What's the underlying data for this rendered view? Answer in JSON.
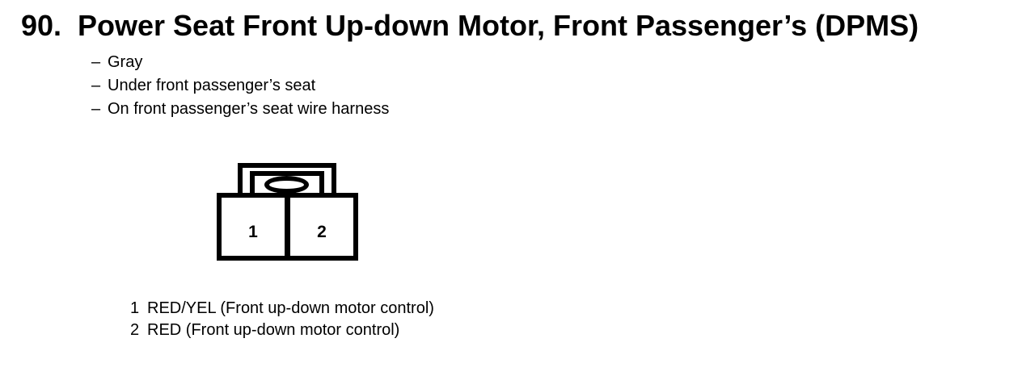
{
  "page": {
    "paper_color": "#ffffff",
    "ink_color": "#000000"
  },
  "header": {
    "item_number": "90.",
    "title": "Power Seat Front Up-down Motor, Front Passenger’s (DPMS)"
  },
  "details": {
    "bullet_char": "–",
    "items": [
      "Gray",
      "Under front passenger’s seat",
      "On front passenger’s seat wire harness"
    ]
  },
  "connector": {
    "cavity_labels": [
      "1",
      "2"
    ]
  },
  "pinout": {
    "rows": [
      {
        "pin": "1",
        "description": "RED/YEL (Front up-down motor control)"
      },
      {
        "pin": "2",
        "description": "RED (Front up-down motor control)"
      }
    ]
  }
}
